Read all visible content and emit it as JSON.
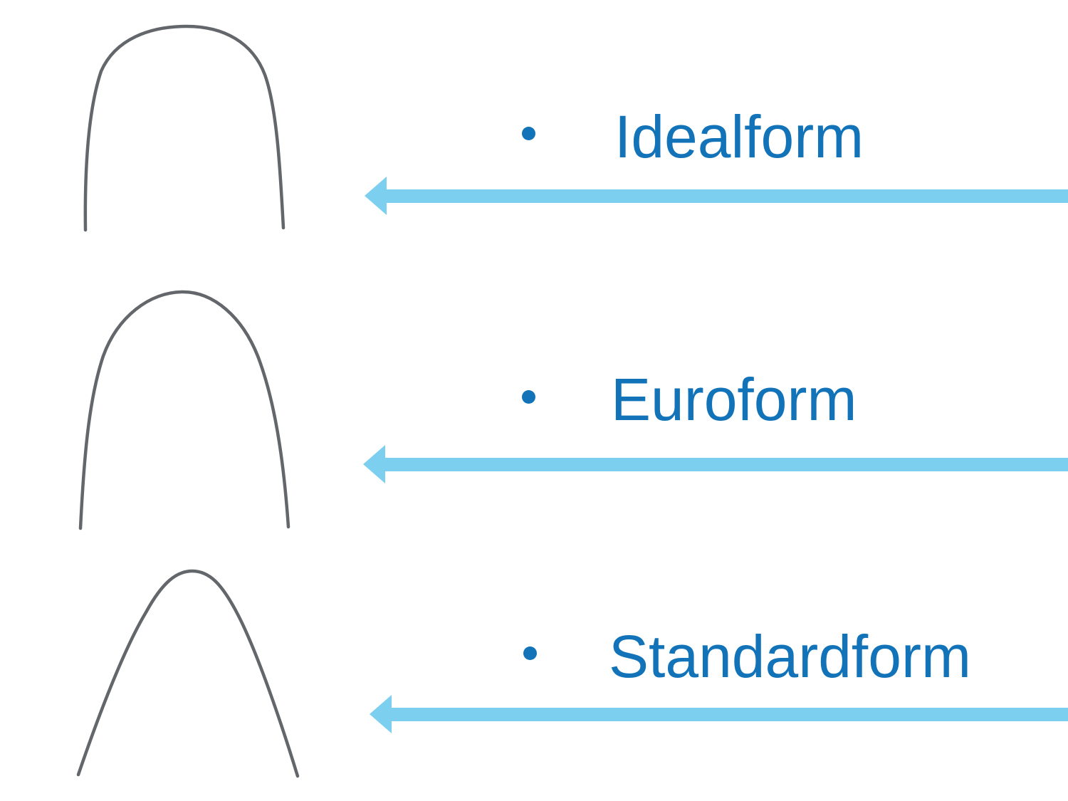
{
  "slide": {
    "items": [
      {
        "label": "Idealform",
        "bullet": "•",
        "arrow_direction": "left",
        "image": "idealform-archwire-outline"
      },
      {
        "label": "Euroform",
        "bullet": "•",
        "arrow_direction": "left",
        "image": "euroform-archwire-outline"
      },
      {
        "label": "Standardform",
        "bullet": "•",
        "arrow_direction": "left",
        "image": "standardform-archwire-outline"
      }
    ]
  },
  "colors": {
    "label-blue": "#1273b8",
    "arrow-blue": "#7dcff0",
    "wire-gray": "#63666a",
    "background": "#ffffff"
  }
}
